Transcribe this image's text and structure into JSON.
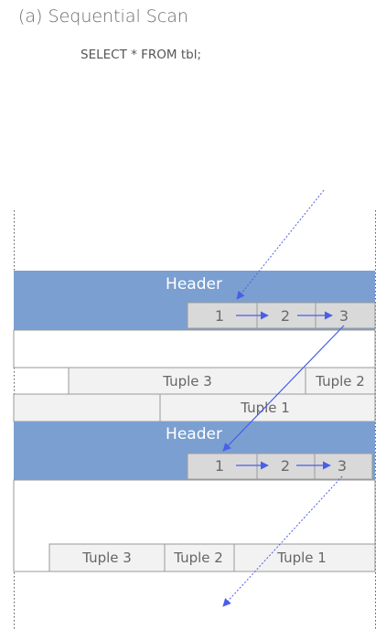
{
  "figure": {
    "caption": "(a) Sequential Scan",
    "query": "SELECT * FROM tbl;"
  },
  "pages": [
    {
      "header_label": "Header",
      "slots": [
        "1",
        "2",
        "3"
      ],
      "tuples": [
        "Tuple 3",
        "Tuple 2",
        "Tuple 1"
      ]
    },
    {
      "header_label": "Header",
      "slots": [
        "1",
        "2",
        "3"
      ],
      "tuples": [
        "Tuple 3",
        "Tuple 2",
        "Tuple 1"
      ]
    }
  ],
  "colors": {
    "header_fill": "#7b9fd0",
    "slot_fill": "#d9d9d9",
    "tuple_fill": "#f2f2f2",
    "arrow": "#4a5ee8",
    "border": "#9a9a9a"
  }
}
